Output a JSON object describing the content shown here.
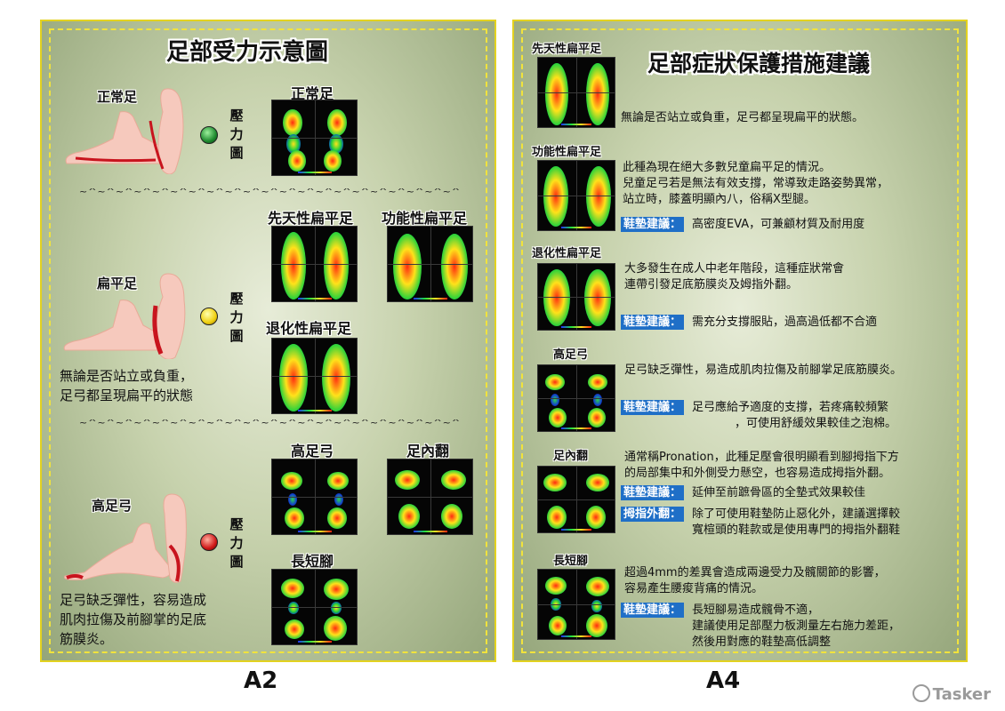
{
  "a2": {
    "title": "足部受力示意圖",
    "normal": {
      "side_label": "正常足",
      "pressure_label": "壓力圖",
      "scan_label": "正常足"
    },
    "flat": {
      "side_label": "扁平足",
      "pressure_label": "壓力圖",
      "scan_labels": [
        "先天性扁平足",
        "功能性扁平足",
        "退化性扁平足"
      ],
      "desc_lines": [
        "無論是否站立或負重，",
        "足弓都呈現扁平的狀態"
      ]
    },
    "high": {
      "side_label": "高足弓",
      "pressure_label": "壓力圖",
      "scan_labels": [
        "高足弓",
        "足內翻",
        "長短腳"
      ],
      "desc_lines": [
        "足弓缺乏彈性，容易造成",
        "肌肉拉傷及前腳掌的足底",
        "筋膜炎。"
      ]
    },
    "caption": "A2"
  },
  "a4": {
    "title": "足部症狀保護措施建議",
    "sections": [
      {
        "label": "先天性扁平足",
        "lines": [
          "無論是否站立或負重，足弓都呈現扁平的狀態。"
        ]
      },
      {
        "label": "功能性扁平足",
        "lines": [
          "此種為現在絕大多數兒童扁平足的情況。",
          "兒童足弓若是無法有效支撐，常導致走路姿勢異常，",
          "站立時，膝蓋明顯內八，俗稱X型腿。"
        ],
        "badge": "鞋墊建議：",
        "advice": [
          "高密度EVA，可兼顧材質及耐用度"
        ]
      },
      {
        "label": "退化性扁平足",
        "lines": [
          "大多發生在成人中老年階段，這種症狀常會",
          "連帶引發足底筋膜炎及姆指外翻。"
        ],
        "badge": "鞋墊建議：",
        "advice": [
          "需充分支撐服貼，過高過低都不合適"
        ]
      },
      {
        "label": "高足弓",
        "lines": [
          "足弓缺乏彈性，易造成肌肉拉傷及前腳掌足底筋膜炎。"
        ],
        "badge": "鞋墊建議：",
        "advice": [
          "足弓應給予適度的支撐，若疼痛較頻繁",
          "，可使用舒緩效果較佳之泡棉。"
        ]
      },
      {
        "label": "足內翻",
        "lines": [
          "通常稱Pronation，此種足壓會很明顯看到腳拇指下方",
          "的局部集中和外側受力懸空，也容易造成拇指外翻。"
        ],
        "badge": "鞋墊建議：",
        "advice": [
          "延伸至前蹠骨區的全墊式效果較佳"
        ],
        "badge2": "拇指外翻：",
        "advice2": [
          "除了可使用鞋墊防止惡化外，建議選擇較",
          "寬楦頭的鞋款或是使用專門的拇指外翻鞋"
        ]
      },
      {
        "label": "長短腳",
        "lines": [
          "超過4mm的差異會造成兩邊受力及髖關節的影響，",
          "容易產生腰痠背痛的情況。"
        ],
        "badge": "鞋墊建議：",
        "advice": [
          "長短腳易造成髖骨不適，",
          "建議使用足部壓力板測量左右施力差距，",
          "然後用對應的鞋墊高低調整"
        ]
      }
    ],
    "caption": "A4"
  },
  "separator": "~^~^~^~^~^~^~^~^~^~^~^~^~^~^~^~^~^~^~^~^~^~^~^~^~^~^~^~^~^~^~",
  "watermark": "Tasker"
}
